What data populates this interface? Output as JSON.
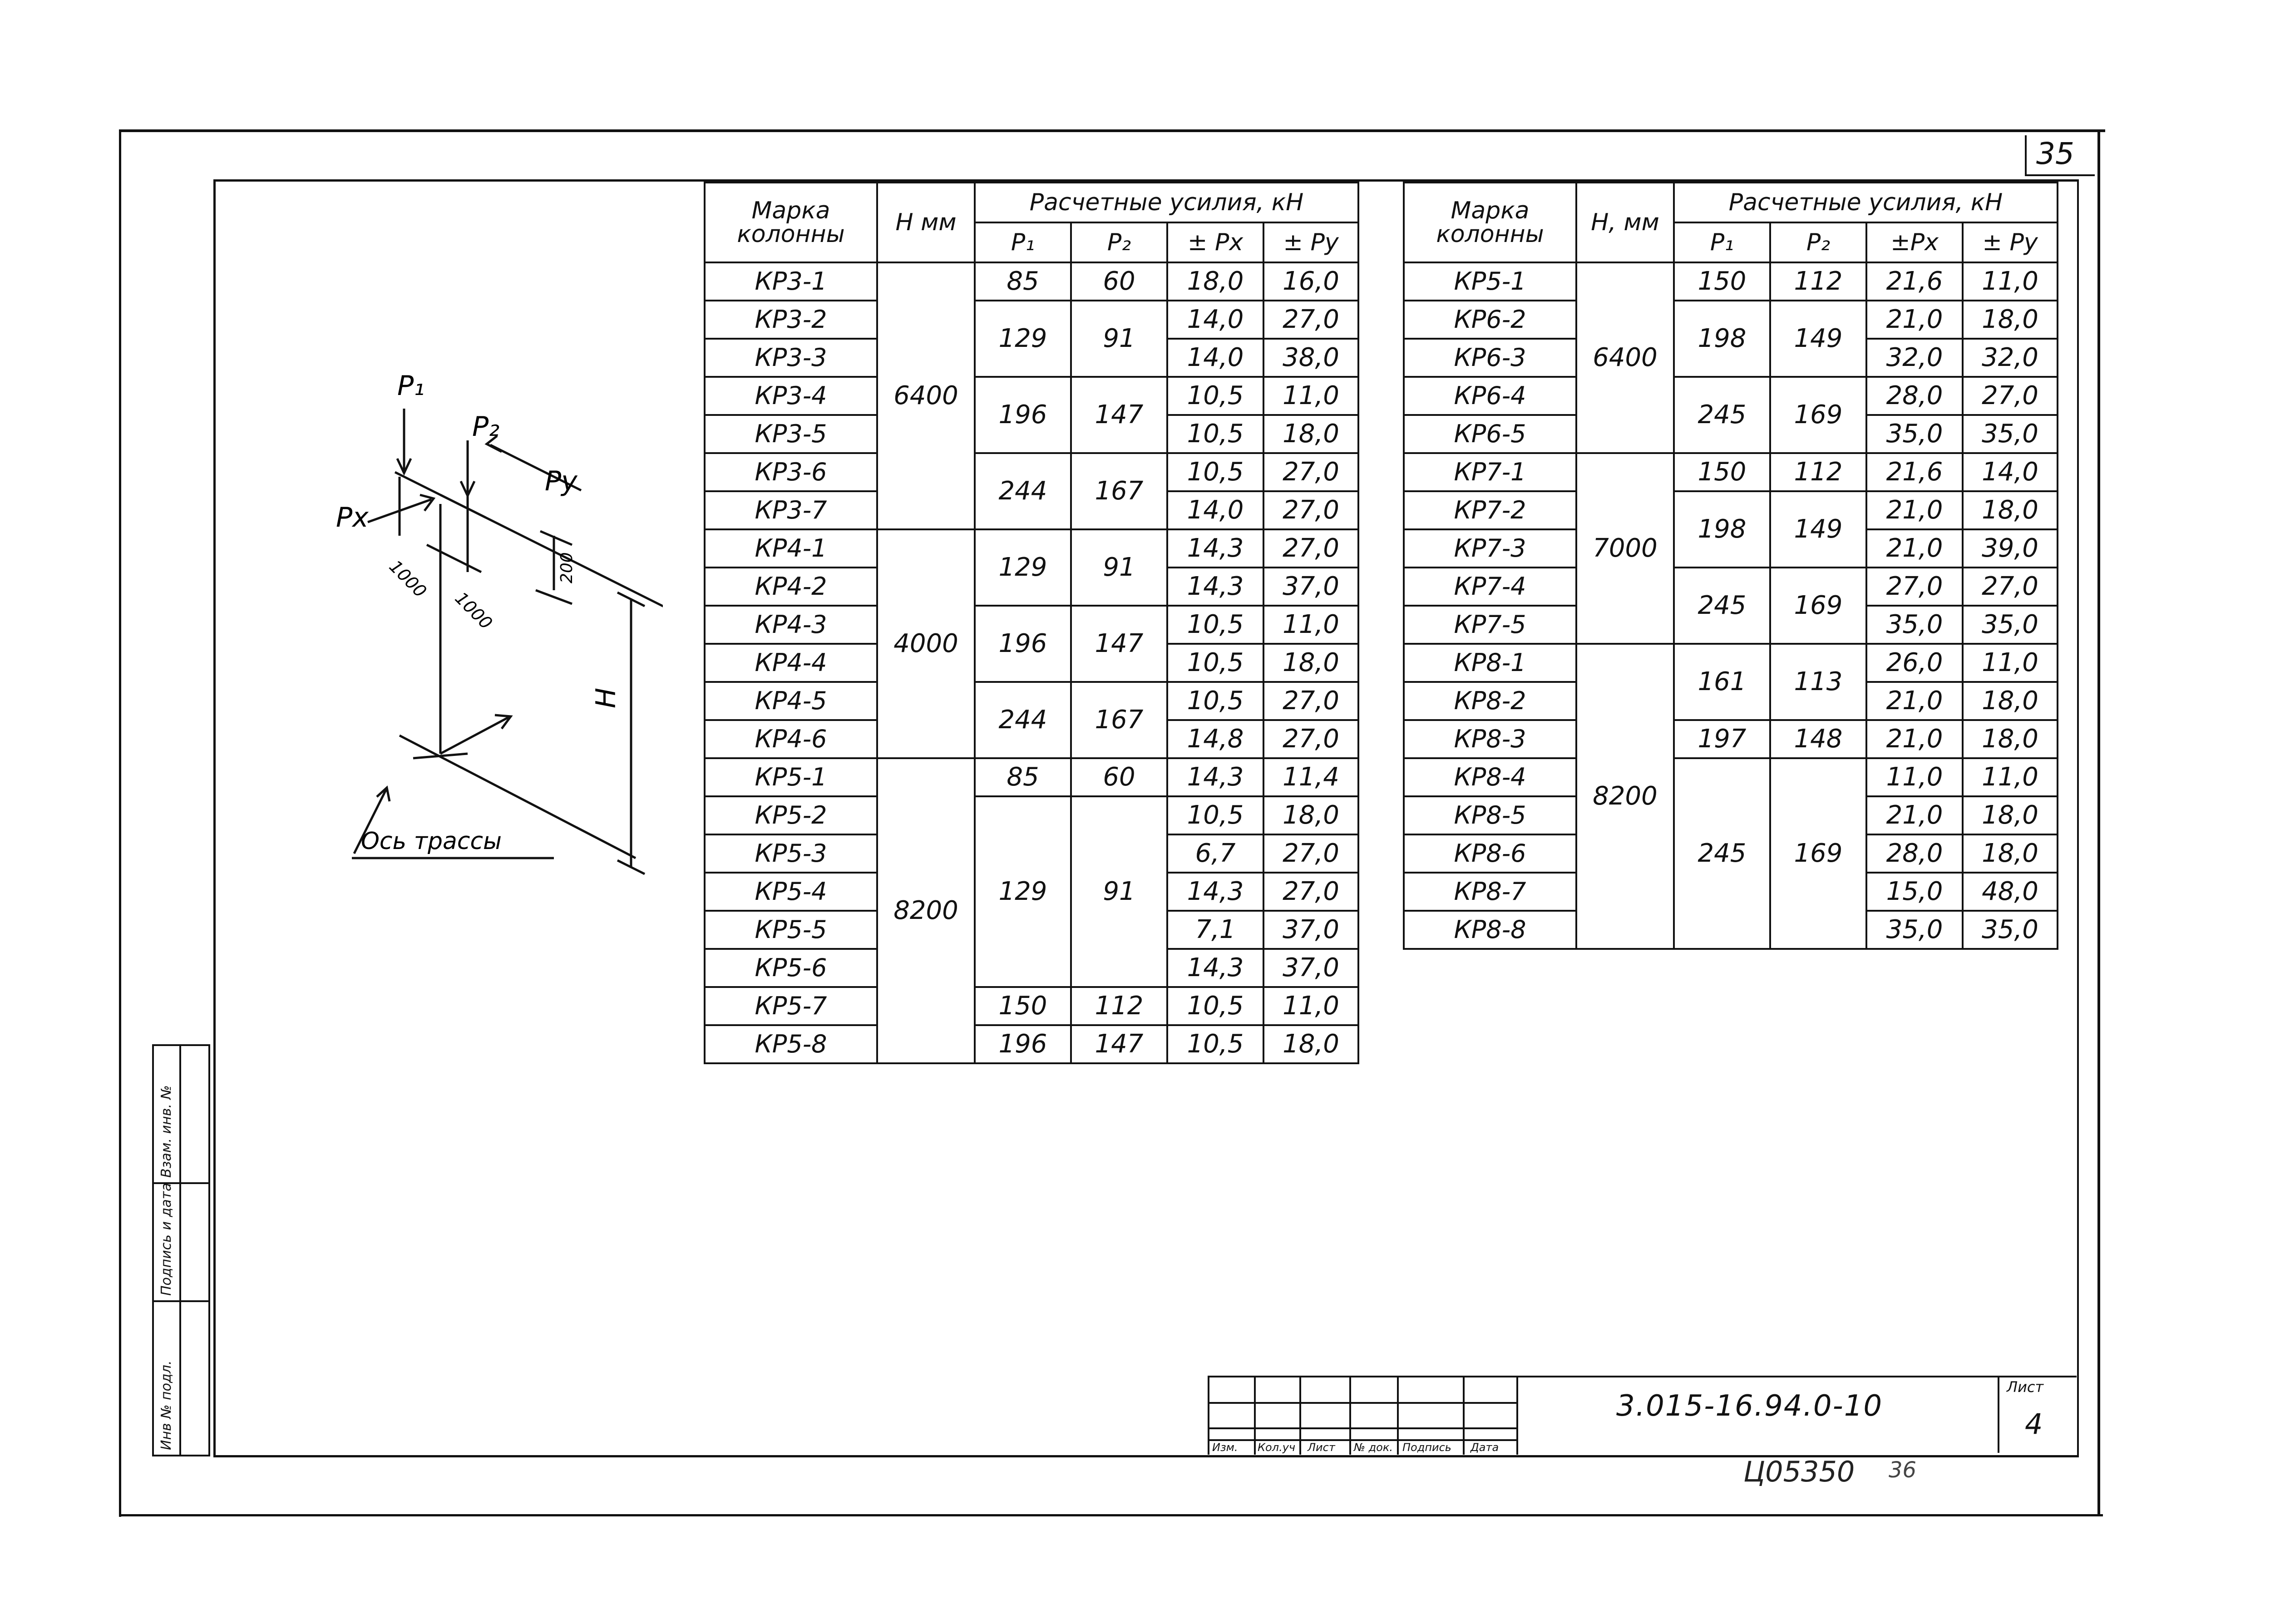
{
  "sheet_number": "35",
  "diagram": {
    "p1": "P₁",
    "p2": "P₂",
    "py": "Py",
    "px": "Px",
    "dim1": "1000",
    "dim2": "1000",
    "dim3": "200",
    "height": "H",
    "axis_label": "Ось трассы"
  },
  "table_left": {
    "hdr_mark": "Марка колонны",
    "hdr_h": "H мм",
    "hdr_forces": "Расчетные усилия, кН",
    "hdr_p1": "P₁",
    "hdr_p2": "P₂",
    "hdr_px": "± Px",
    "hdr_py": "± Py",
    "marks": [
      "КР3-1",
      "КР3-2",
      "КР3-3",
      "КР3-4",
      "КР3-5",
      "КР3-6",
      "КР3-7",
      "КР4-1",
      "КР4-2",
      "КР4-3",
      "КР4-4",
      "КР4-5",
      "КР4-6",
      "КР5-1",
      "КР5-2",
      "КР5-3",
      "КР5-4",
      "КР5-5",
      "КР5-6",
      "КР5-7",
      "КР5-8"
    ],
    "px": [
      "18,0",
      "14,0",
      "14,0",
      "10,5",
      "10,5",
      "10,5",
      "14,0",
      "14,3",
      "14,3",
      "10,5",
      "10,5",
      "10,5",
      "14,8",
      "14,3",
      "10,5",
      "6,7",
      "14,3",
      "7,1",
      "14,3",
      "10,5",
      "10,5"
    ],
    "py": [
      "16,0",
      "27,0",
      "38,0",
      "11,0",
      "18,0",
      "27,0",
      "27,0",
      "27,0",
      "37,0",
      "11,0",
      "18,0",
      "27,0",
      "27,0",
      "11,4",
      "18,0",
      "27,0",
      "27,0",
      "37,0",
      "37,0",
      "11,0",
      "18,0"
    ],
    "h_groups": [
      "6400",
      "4000",
      "8200"
    ],
    "p1_groups": [
      "85",
      "129",
      "196",
      "244",
      "129",
      "196",
      "244",
      "85",
      "129",
      "150",
      "196"
    ],
    "p2_groups": [
      "60",
      "91",
      "147",
      "167",
      "91",
      "147",
      "167",
      "60",
      "91",
      "112",
      "147"
    ]
  },
  "table_right": {
    "hdr_mark": "Марка колонны",
    "hdr_h": "H, мм",
    "hdr_forces": "Расчетные усилия, кН",
    "hdr_p1": "P₁",
    "hdr_p2": "P₂",
    "hdr_px": "±Px",
    "hdr_py": "± Py",
    "marks": [
      "КР5-1",
      "КР6-2",
      "КР6-3",
      "КР6-4",
      "КР6-5",
      "КР7-1",
      "КР7-2",
      "КР7-3",
      "КР7-4",
      "КР7-5",
      "КР8-1",
      "КР8-2",
      "КР8-3",
      "КР8-4",
      "КР8-5",
      "КР8-6",
      "КР8-7",
      "КР8-8"
    ],
    "px": [
      "21,6",
      "21,0",
      "32,0",
      "28,0",
      "35,0",
      "21,6",
      "21,0",
      "21,0",
      "27,0",
      "35,0",
      "26,0",
      "21,0",
      "21,0",
      "11,0",
      "21,0",
      "28,0",
      "15,0",
      "35,0"
    ],
    "py": [
      "11,0",
      "18,0",
      "32,0",
      "27,0",
      "35,0",
      "14,0",
      "18,0",
      "39,0",
      "27,0",
      "35,0",
      "11,0",
      "18,0",
      "18,0",
      "11,0",
      "18,0",
      "18,0",
      "48,0",
      "35,0"
    ],
    "h_groups": [
      "6400",
      "7000",
      "8200"
    ],
    "p1_groups": [
      "150",
      "198",
      "245",
      "150",
      "198",
      "245",
      "161",
      "197",
      "245"
    ],
    "p2_groups": [
      "112",
      "149",
      "169",
      "112",
      "149",
      "169",
      "113",
      "148",
      "169"
    ]
  },
  "side_strip": {
    "c1": "Инв № подл.",
    "c2": "Подпись и дата",
    "c3": "Взам. инв. №"
  },
  "stamp": {
    "labels": [
      "Изм.",
      "Кол.уч",
      "Лист",
      "№ док.",
      "Подпись",
      "Дата"
    ],
    "doc_code": "3.015-16.94.0-10",
    "list_label": "Лист",
    "list_value": "4",
    "archive_code": "Ц05350",
    "archive_suffix": "36"
  }
}
